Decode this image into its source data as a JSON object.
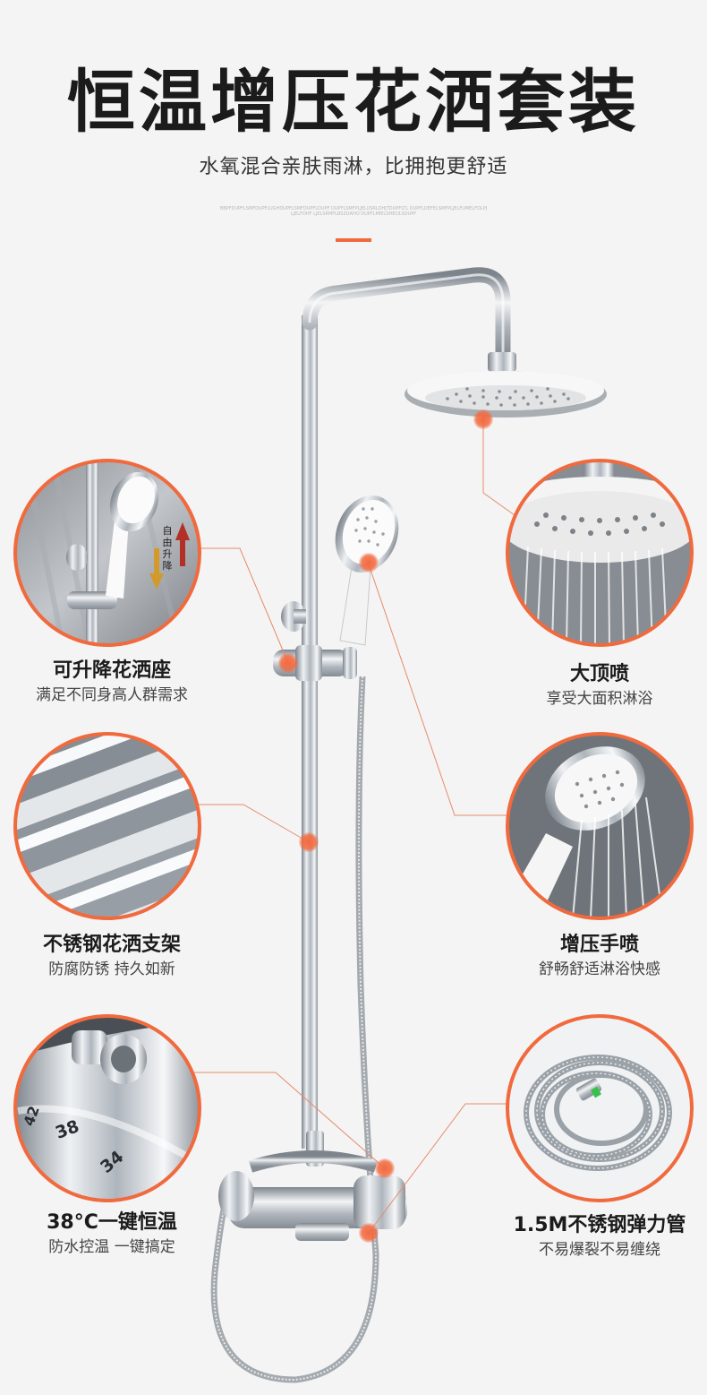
{
  "header": {
    "title": "恒温增压花洒套装",
    "subtitle": "水氧混合亲肤雨淋，比拥抱更舒适",
    "fineprint": "BBPFDUPFLSMFDUPFLUGHDUPFLSMFDUPFLDUPF DUPFLSMFPLJELUSRLDHJTDUPFLTL DUPFLDEFELSMFPLJELFUMELFOLPJ LJELFOHF LJELSRMFLBSZUAHO DUPFLMIELSMEOLSDUPF"
  },
  "features": [
    {
      "title": "可升降花洒座",
      "desc": "满足不同身高人群需求",
      "note": "自由升降"
    },
    {
      "title": "大顶喷",
      "desc": "享受大面积淋浴"
    },
    {
      "title": "不锈钢花洒支架",
      "desc": "防腐防锈 持久如新"
    },
    {
      "title": "增压手喷",
      "desc": "舒畅舒适淋浴快感"
    },
    {
      "title": "38°C一键恒温",
      "desc": "防水控温 一键搞定",
      "dial": [
        "42",
        "38",
        "34"
      ]
    },
    {
      "title": "1.5M不锈钢弹力管",
      "desc": "不易爆裂不易缠绕"
    }
  ],
  "colors": {
    "accent": "#f06a3e",
    "chrome": "#c9cdd2",
    "text": "#1b1b1b"
  }
}
